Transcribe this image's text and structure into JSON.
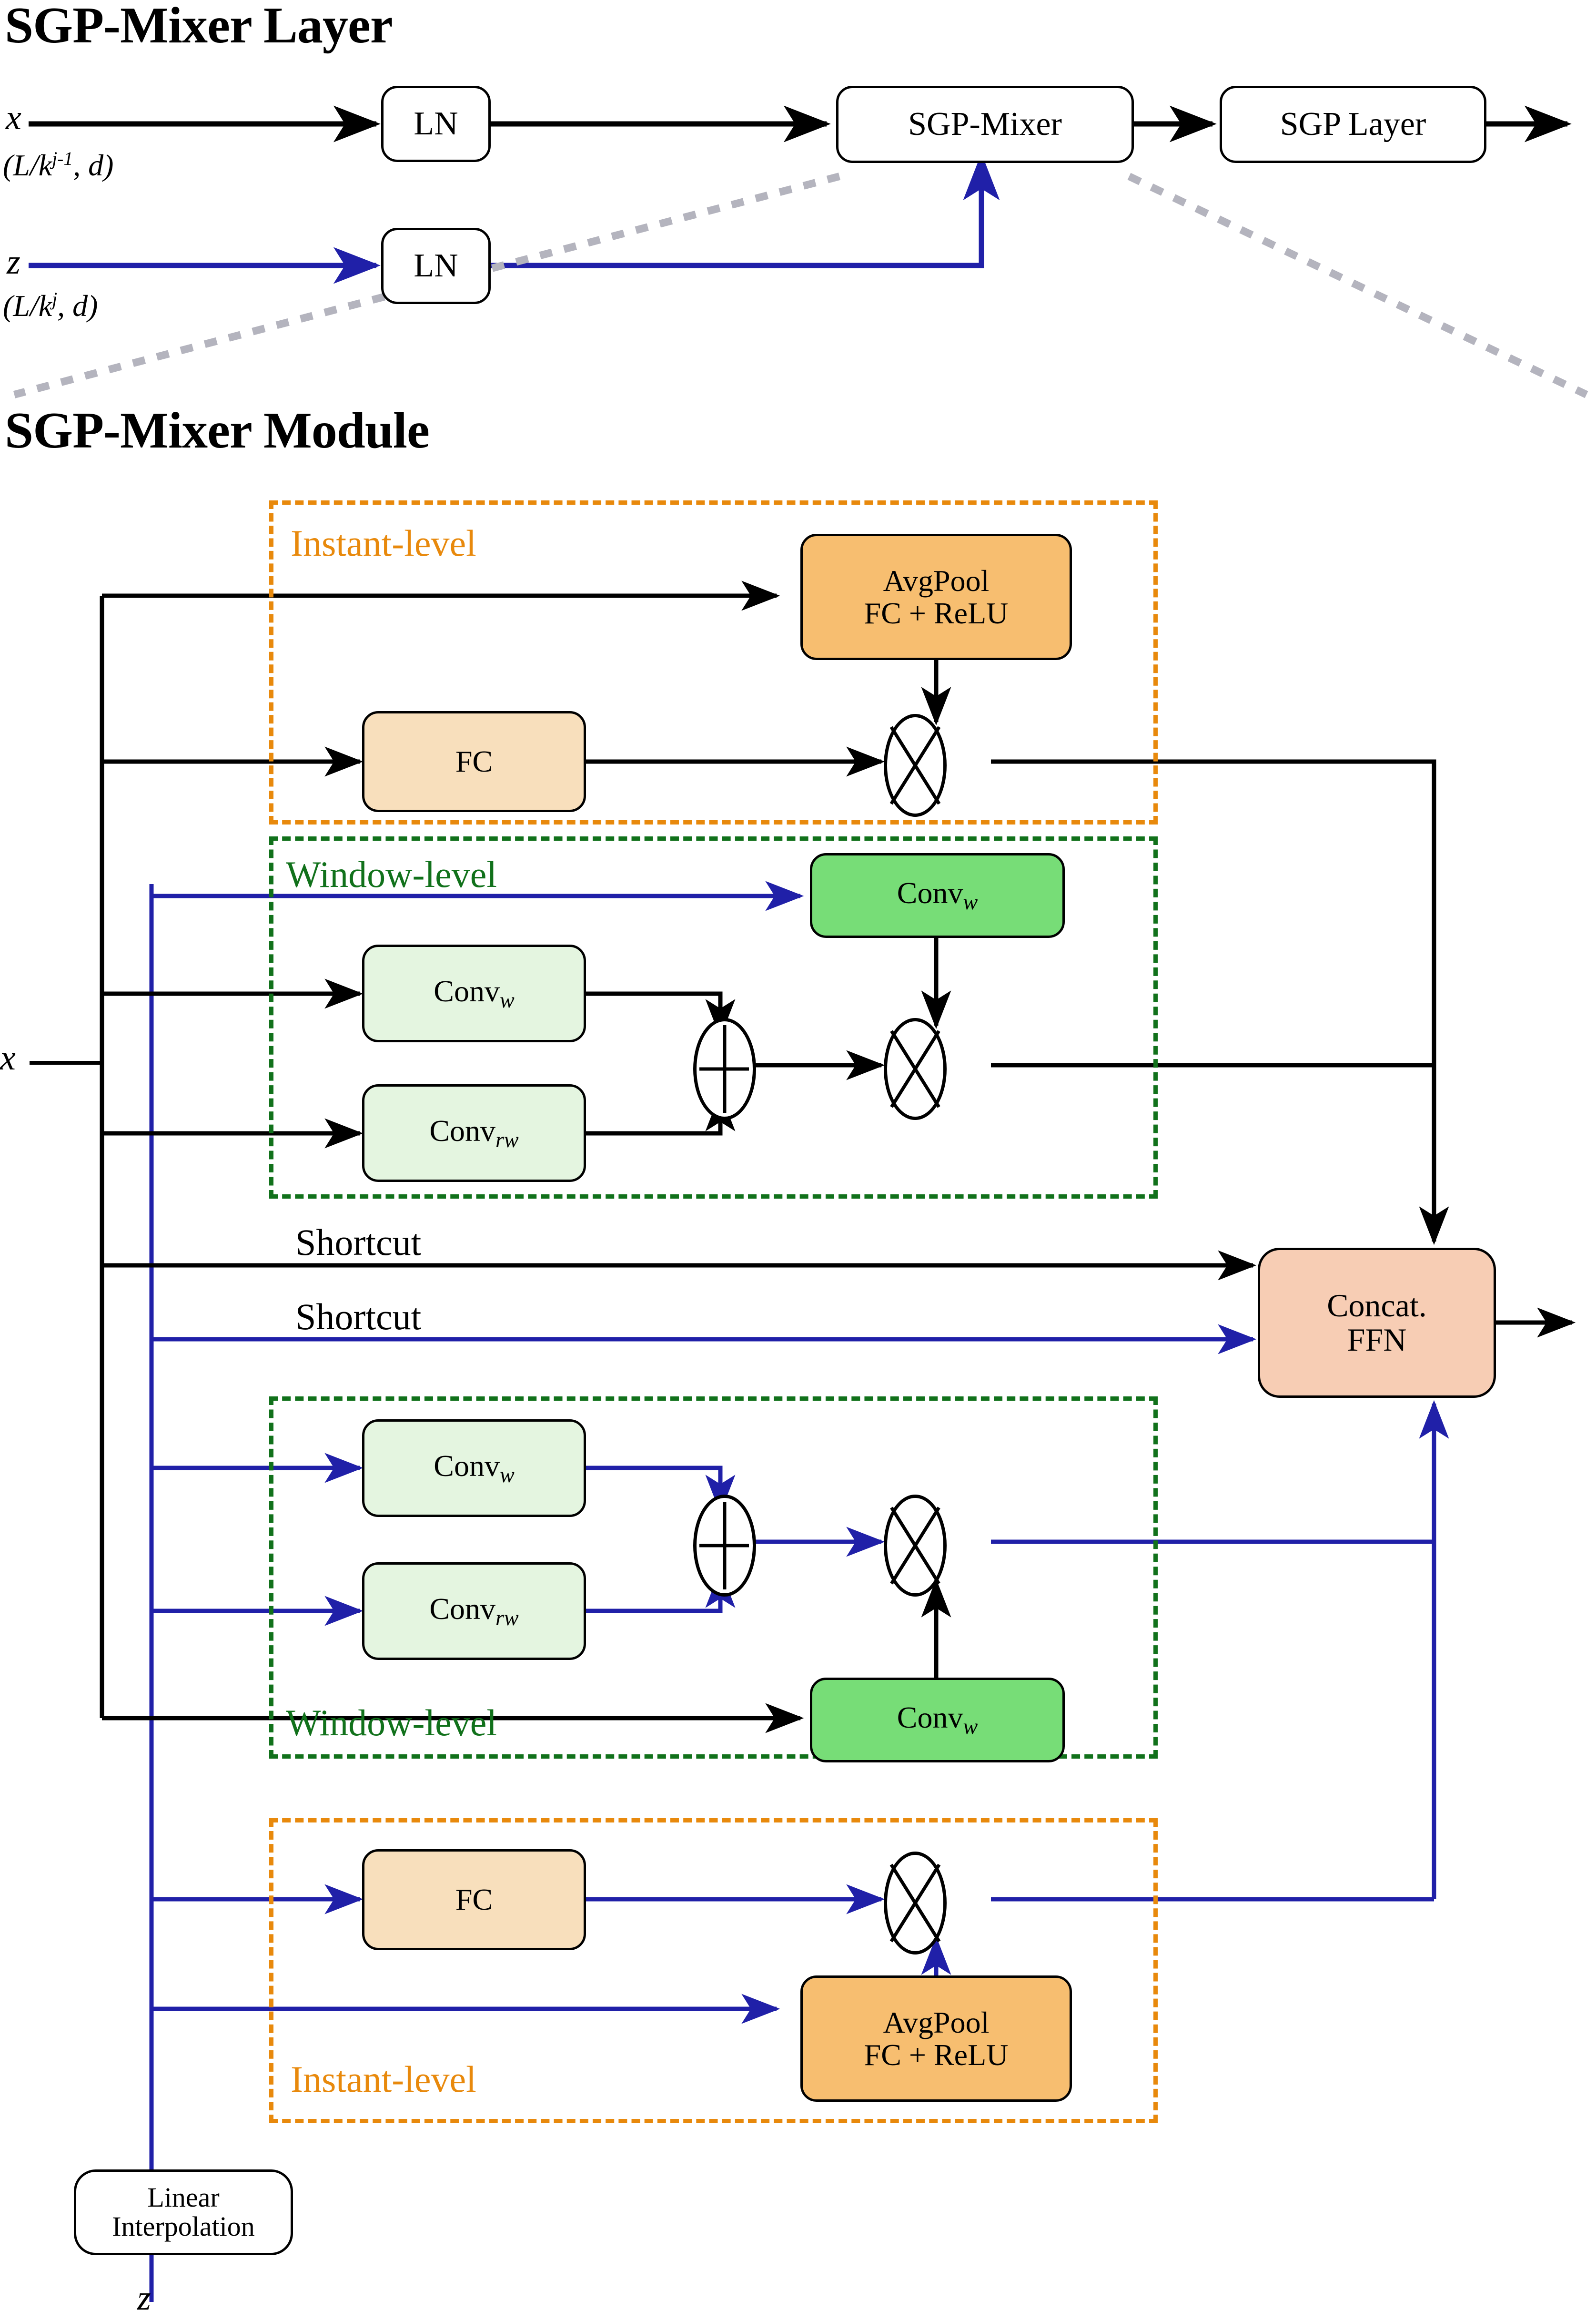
{
  "sections": {
    "layer_title": "SGP-Mixer Layer",
    "module_title": "SGP-Mixer Module"
  },
  "layer": {
    "input_x_symbol": "x",
    "input_x_shape": "(L/k",
    "input_x_shape_sup": "j-1",
    "input_x_shape_tail": ", d)",
    "input_z_symbol": "z",
    "input_z_shape": "(L/k",
    "input_z_shape_sup": "j",
    "input_z_shape_tail": ", d)",
    "nodes": {
      "ln_top": "LN",
      "ln_bottom": "LN",
      "sgp_mixer": "SGP-Mixer",
      "sgp_layer": "SGP Layer"
    }
  },
  "module": {
    "input_x_symbol": "x",
    "input_z_symbol": "z",
    "groups": {
      "instant_top": "Instant-level",
      "window_top": "Window-level",
      "window_bottom": "Window-level",
      "instant_bottom": "Instant-level"
    },
    "nodes": {
      "avgpool_top_line1": "AvgPool",
      "avgpool_top_line2": "FC + ReLU",
      "fc_top": "FC",
      "conv_w_top_gate": "Conv",
      "conv_w_top_gate_sub": "w",
      "conv_w_top_a": "Conv",
      "conv_w_top_a_sub": "w",
      "conv_rw_top": "Conv",
      "conv_rw_top_sub": "rw",
      "shortcut_black": "Shortcut",
      "shortcut_blue": "Shortcut",
      "concat_line1": "Concat.",
      "concat_line2": "FFN",
      "conv_w_bot_a": "Conv",
      "conv_w_bot_a_sub": "w",
      "conv_rw_bot": "Conv",
      "conv_rw_bot_sub": "rw",
      "conv_w_bot_gate": "Conv",
      "conv_w_bot_gate_sub": "w",
      "fc_bottom": "FC",
      "avgpool_bot_line1": "AvgPool",
      "avgpool_bot_line2": "FC + ReLU",
      "linear_interp_line1": "Linear",
      "linear_interp_line2": "Interpolation"
    },
    "operators": {
      "multiply": "multiply-op",
      "add": "add-op"
    }
  },
  "colors": {
    "orange_dash": "#E8890C",
    "green_dash": "#11711B",
    "orange_fill": "#F7BE70",
    "orange_light_fill": "#F8DFBC",
    "green_fill": "#77DD77",
    "green_light_fill": "#E4F5E0",
    "pink_fill": "#F7CDB4",
    "blue_path": "#2020A8",
    "black_path": "#000000",
    "gray_dotted": "#B4B4BE"
  }
}
